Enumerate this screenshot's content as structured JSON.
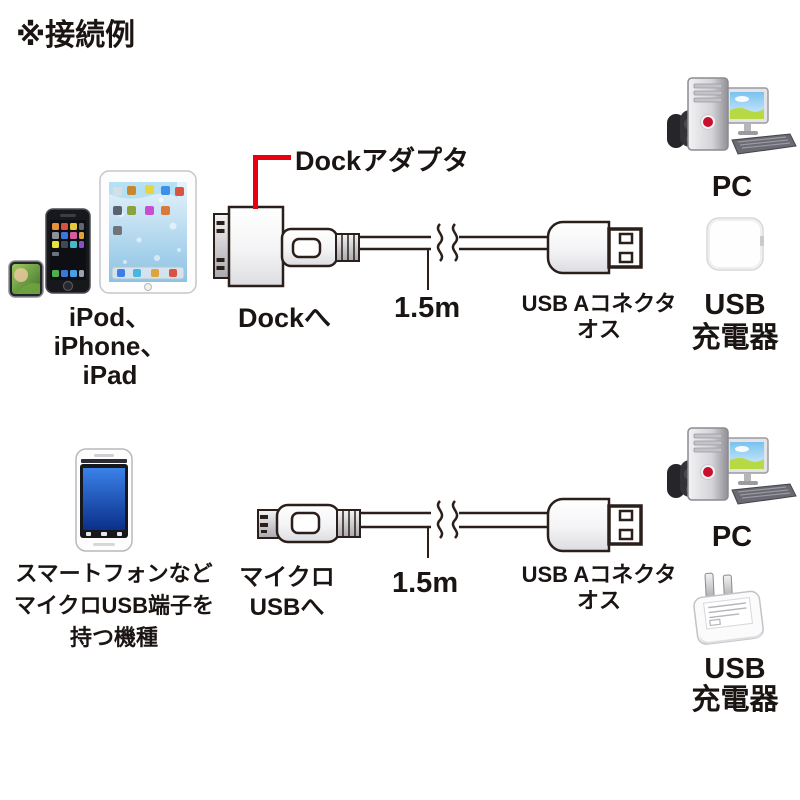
{
  "title": "※接続例",
  "colors": {
    "accent_red": "#e60012",
    "outline": "#2a1f1b",
    "text": "#1a1512",
    "background": "#ffffff"
  },
  "top_row": {
    "device_group_label": [
      "iPod、",
      "iPhone、",
      "iPad"
    ],
    "adapter_callout_label": "Dockアダプタ",
    "plug_label": "Dockへ",
    "cable_length_label": "1.5m",
    "usb_connector_label": [
      "USB Aコネクタ",
      "オス"
    ],
    "pc_label": "PC",
    "charger_label": [
      "USB",
      "充電器"
    ]
  },
  "bottom_row": {
    "device_group_label": [
      "スマートフォンなど",
      "マイクロUSB端子を",
      "持つ機種"
    ],
    "plug_label": [
      "マイクロ",
      "USBへ"
    ],
    "cable_length_label": "1.5m",
    "usb_connector_label": [
      "USB Aコネクタ",
      "オス"
    ],
    "pc_label": "PC",
    "charger_label": [
      "USB",
      "充電器"
    ]
  }
}
